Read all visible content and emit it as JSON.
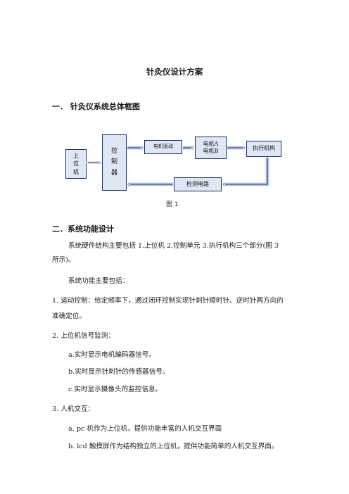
{
  "doc": {
    "title": "针灸仪设计方案",
    "section1_heading": "一．  针灸仪系统总体框图",
    "figure_caption": "图 1",
    "section2_heading": "二．系统功能设计",
    "para1_line1": "系统硬件结构主要包括  1.上位机   2.控制单元   3.执行机构三个部分(图   3",
    "para1_line2": "所示)。",
    "para2": "系统功能主要包括：",
    "item1_line1": "1. 运动控制：给定频率下，通过闭环控制实现针刺针顺时针、逆时针两方向的",
    "item1_line2": "准确定位。",
    "item2": "2. 上位机信号监测：",
    "item2a": "a.实时显示电机编码器信号。",
    "item2b": "b.实时显示针刺针的传感器信号。",
    "item2c": "c.实时显示摄像头的监控信息。",
    "item3": "3. 人机交互：",
    "item3a": "a. pc 机作为上位机，提供功能丰富的人机交互界面",
    "item3b": "b. lcd 触摸屏作为结构独立的上位机，提供功能简单的人机交互界面。"
  },
  "diagram": {
    "host": [
      "上",
      "位",
      "机"
    ],
    "controller": [
      "控",
      "制",
      "器"
    ],
    "motor_driver": "电机驱动",
    "motor_a": "电机A",
    "motor_b": "电机B",
    "actuator": "执行机构",
    "detect": "检测电路",
    "box_fill": "#dfe7f4",
    "border_color": "#1d2f5e"
  }
}
